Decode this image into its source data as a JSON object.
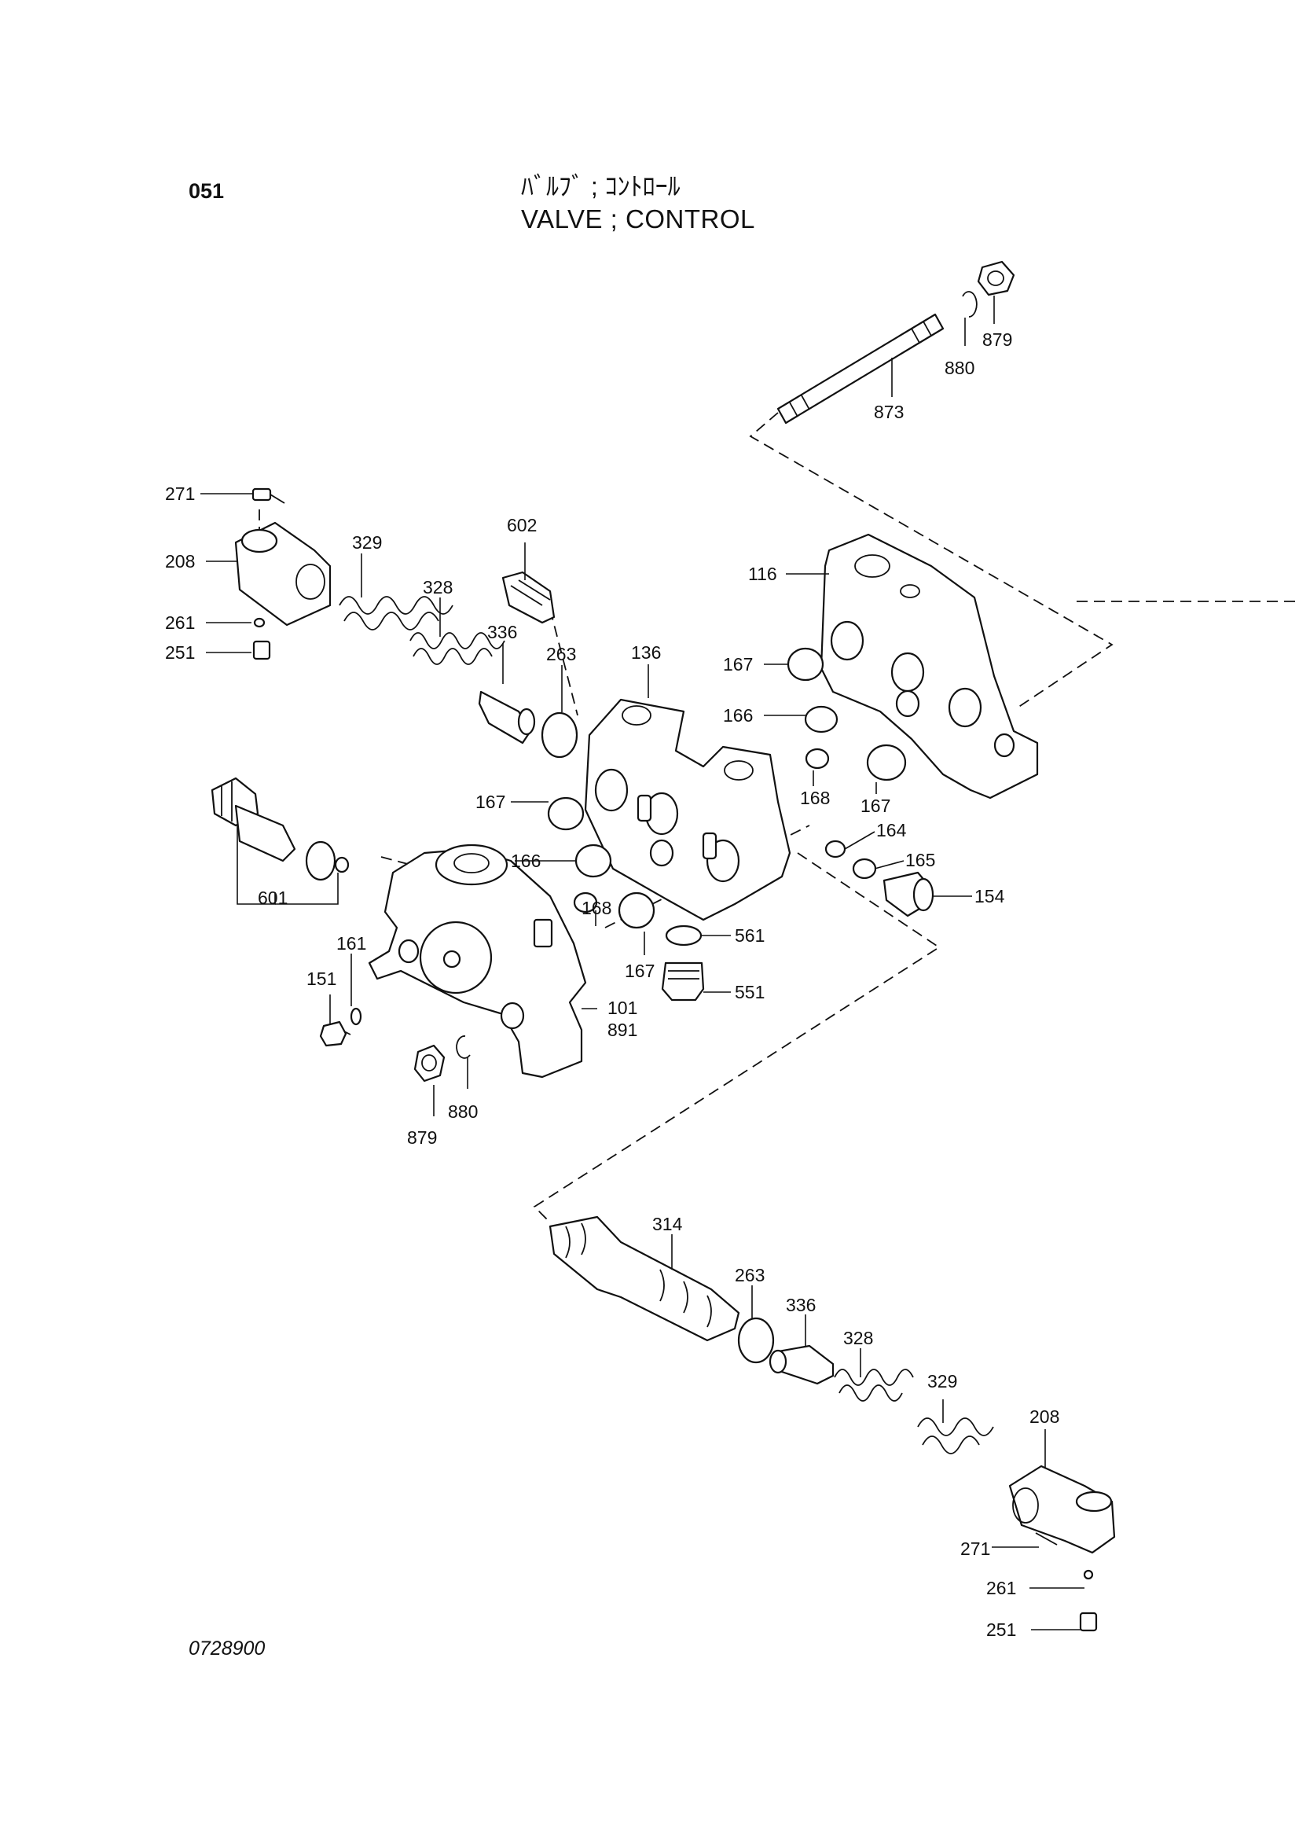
{
  "header": {
    "page_number": "051",
    "title_jp": "ﾊﾞﾙﾌﾞ ; ｺﾝﾄﾛｰﾙ",
    "title_en": "VALVE ; CONTROL"
  },
  "footer": {
    "drawing_number": "0728900"
  },
  "callouts": [
    "879",
    "880",
    "873",
    "271",
    "208",
    "329",
    "328",
    "602",
    "116",
    "261",
    "251",
    "336",
    "263",
    "136",
    "167",
    "166",
    "168",
    "167",
    "601",
    "167",
    "166",
    "164",
    "165",
    "154",
    "161",
    "151",
    "168",
    "561",
    "167",
    "551",
    "101",
    "891",
    "879",
    "880",
    "314",
    "263",
    "336",
    "328",
    "329",
    "208",
    "271",
    "261",
    "251"
  ]
}
